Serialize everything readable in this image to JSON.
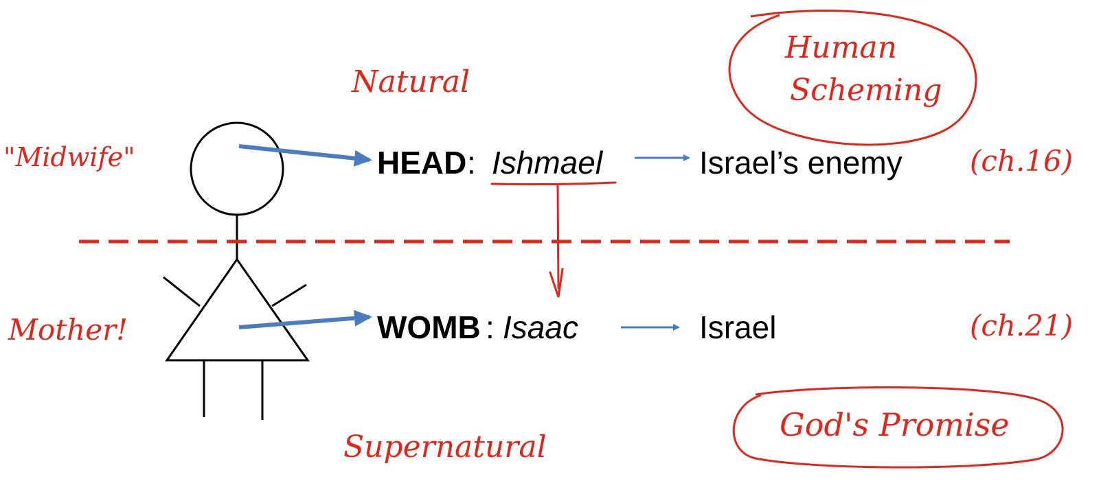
{
  "rows": [
    {
      "organ": "HEAD",
      "separator": ":",
      "son": "Ishmael",
      "result": "Israel’s enemy"
    },
    {
      "organ": "WOMB",
      "separator": ":",
      "son": "Isaac",
      "result": "Israel"
    }
  ],
  "annotations": {
    "natural": "Natural",
    "supernatural": "Supernatural",
    "midwife": "\"Midwife\"",
    "mother": "Mother!",
    "human_scheming_line1": "Human",
    "human_scheming_line2": "Scheming",
    "gods_promise": "God's Promise",
    "ch16": "(ch.16)",
    "ch21": "(ch.21)"
  },
  "colors": {
    "arrow_blue": "#4a7cc0",
    "ink_red": "#e0251b",
    "text": "#000000"
  }
}
